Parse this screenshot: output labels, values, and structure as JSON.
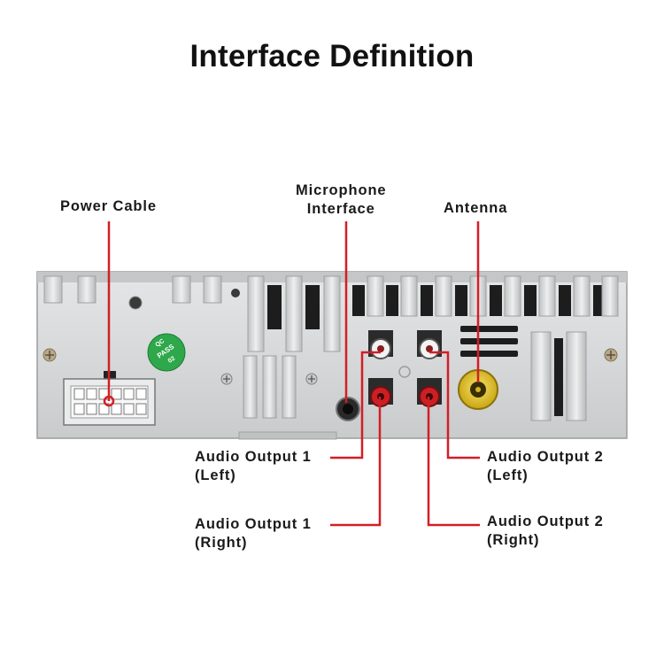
{
  "title": "Interface Definition",
  "labels": {
    "power_cable": "Power Cable",
    "microphone_line1": "Microphone",
    "microphone_line2": "Interface",
    "antenna": "Antenna",
    "audio_out1_left_line1": "Audio Output 1",
    "audio_out1_left_line2": "(Left)",
    "audio_out2_left_line1": "Audio Output 2",
    "audio_out2_left_line2": "(Left)",
    "audio_out1_right_line1": "Audio Output 1",
    "audio_out1_right_line2": "(Right)",
    "audio_out2_right_line1": "Audio Output 2",
    "audio_out2_right_line2": "(Right)"
  },
  "badge": {
    "line1": "QC",
    "line2": "PASS",
    "line3": "02"
  },
  "colors": {
    "leader": "#d21f26",
    "panel": "#d6d8d9",
    "badge": "#2ea84a",
    "jack_white": "#f3f3f3",
    "jack_red": "#cc1f24",
    "antenna_yellow": "#e3c21a"
  }
}
